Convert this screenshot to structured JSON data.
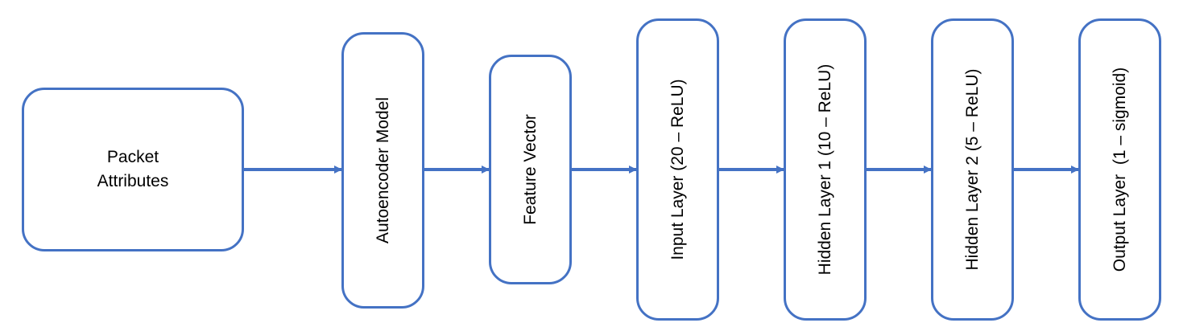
{
  "diagram": {
    "accent_color": "#4472C4",
    "nodes": [
      {
        "id": "packet-attributes",
        "label": "Packet\nAttributes"
      },
      {
        "id": "autoencoder-model",
        "label": "Autoencoder Model"
      },
      {
        "id": "feature-vector",
        "label": "Feature Vector"
      },
      {
        "id": "input-layer",
        "label": "Input Layer (20 – ReLU)"
      },
      {
        "id": "hidden-layer-1",
        "label": "Hidden Layer 1 (10 – ReLU)"
      },
      {
        "id": "hidden-layer-2",
        "label": "Hidden Layer 2 (5 – ReLU)"
      },
      {
        "id": "output-layer",
        "label": "Output Layer  (1 – sigmoid)"
      }
    ],
    "edges": [
      {
        "from": "packet-attributes",
        "to": "autoencoder-model"
      },
      {
        "from": "autoencoder-model",
        "to": "feature-vector"
      },
      {
        "from": "feature-vector",
        "to": "input-layer"
      },
      {
        "from": "input-layer",
        "to": "hidden-layer-1"
      },
      {
        "from": "hidden-layer-1",
        "to": "hidden-layer-2"
      },
      {
        "from": "hidden-layer-2",
        "to": "output-layer"
      }
    ]
  }
}
